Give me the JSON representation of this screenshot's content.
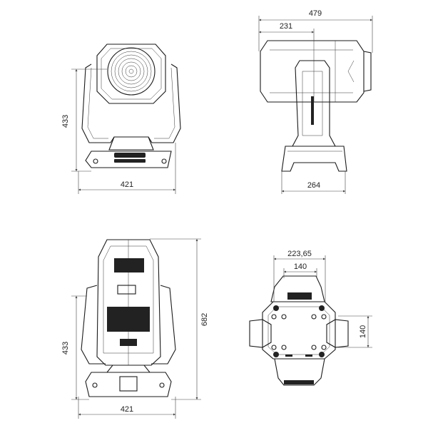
{
  "views": {
    "front": {
      "height_label": "433",
      "width_label": "421"
    },
    "side": {
      "length_label": "479",
      "pivot_label": "231",
      "base_label": "264"
    },
    "rear": {
      "total_height_label": "682",
      "height_label": "433",
      "width_label": "421"
    },
    "bottom": {
      "outer_width_label": "223,65",
      "hole_spacing_x_label": "140",
      "hole_spacing_y_label": "140"
    }
  }
}
